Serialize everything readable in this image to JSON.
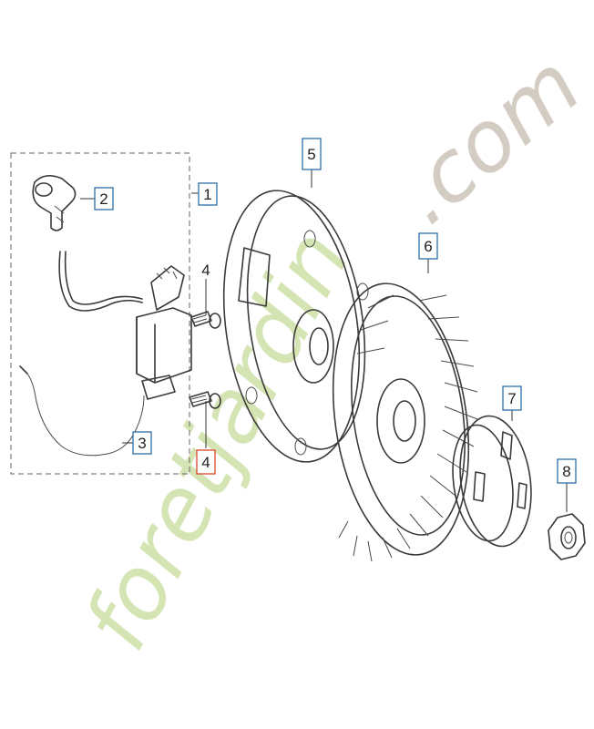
{
  "diagram": {
    "callouts": {
      "c1": "1",
      "c2": "2",
      "c3": "3",
      "c4a": "4",
      "c4b": "4",
      "c5": "5",
      "c6": "6",
      "c7": "7",
      "c8": "8"
    },
    "parts": {
      "spark_plug_cap": "spark-plug-cap",
      "ignition_coil": "ignition-coil",
      "wire": "ground-wire",
      "screw": "screw",
      "flywheel": "flywheel",
      "fan": "cooling-fan",
      "starter_cup": "starter-cup",
      "nut": "flange-nut"
    },
    "colors": {
      "callout_border": "#2e6ea6",
      "callout_highlight": "#d9472b",
      "watermark_green": "#c9dca0",
      "watermark_gray": "#c8bfb3"
    }
  },
  "watermark": {
    "text": "foretjardin.com"
  }
}
